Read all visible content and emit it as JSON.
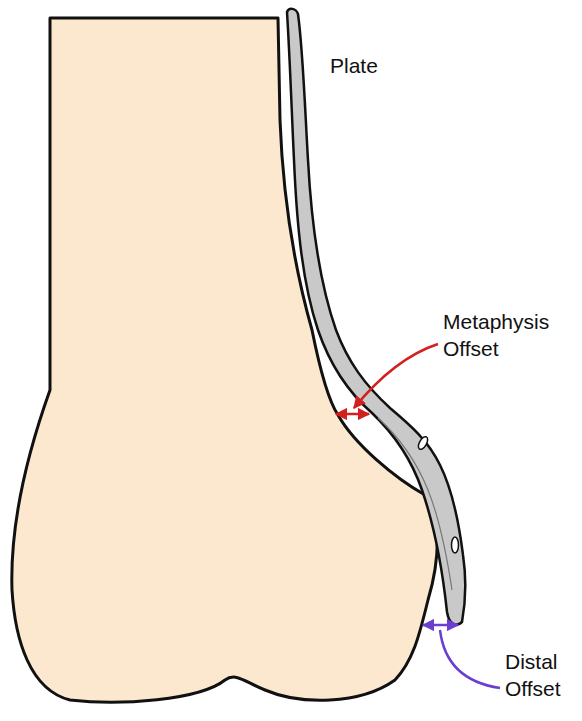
{
  "diagram": {
    "labels": [
      "Plate",
      "Metaphysis Offset",
      "Distal Offset"
    ]
  }
}
